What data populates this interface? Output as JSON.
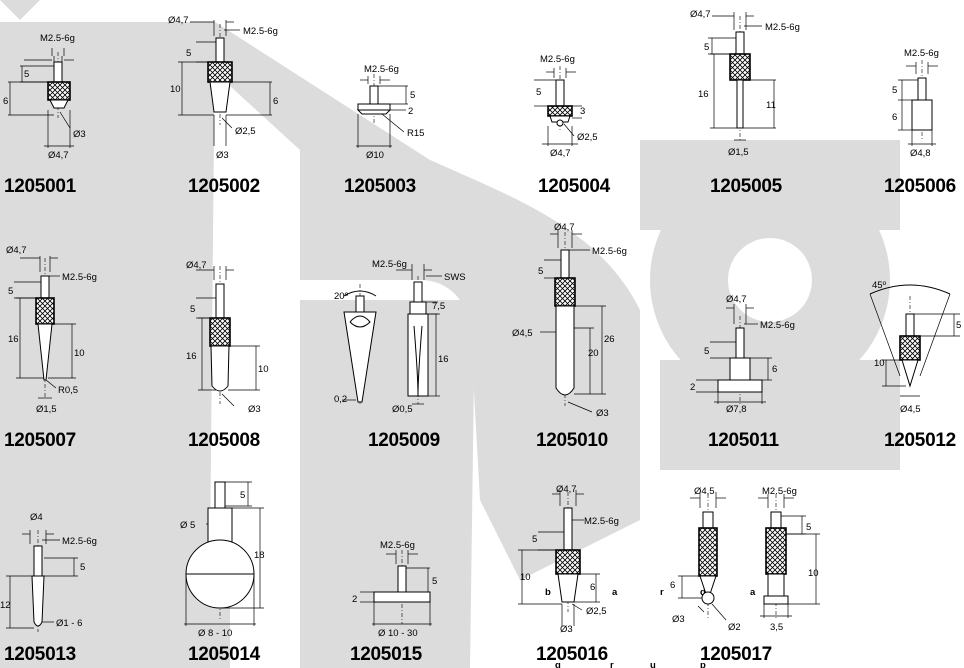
{
  "parts": [
    {
      "code": "1205001",
      "labels": [
        "M2.5-6g",
        "5",
        "6",
        "Ø3",
        "Ø4,7"
      ]
    },
    {
      "code": "1205002",
      "labels": [
        "Ø4,7",
        "M2.5-6g",
        "5",
        "10",
        "6",
        "Ø2,5",
        "Ø3"
      ]
    },
    {
      "code": "1205003",
      "labels": [
        "M2.5-6g",
        "5",
        "2",
        "R15",
        "Ø10"
      ]
    },
    {
      "code": "1205004",
      "labels": [
        "M2.5-6g",
        "5",
        "3",
        "Ø2,5",
        "Ø4,7"
      ]
    },
    {
      "code": "1205005",
      "labels": [
        "Ø4,7",
        "M2.5-6g",
        "5",
        "16",
        "11",
        "Ø1,5"
      ]
    },
    {
      "code": "1205006",
      "labels": [
        "M2.5-6g",
        "5",
        "6",
        "Ø4,8"
      ]
    },
    {
      "code": "1205007",
      "labels": [
        "Ø4,7",
        "M2.5-6g",
        "5",
        "16",
        "10",
        "R0,5",
        "Ø1,5"
      ]
    },
    {
      "code": "1205008",
      "labels": [
        "Ø4,7",
        "5",
        "16",
        "10",
        "Ø3"
      ]
    },
    {
      "code": "1205009",
      "labels": [
        "M2.5-6g",
        "SWS",
        "20º",
        "7,5",
        "16",
        "0,2",
        "Ø0,5"
      ]
    },
    {
      "code": "1205010",
      "labels": [
        "Ø4,7",
        "M2.5-6g",
        "5",
        "Ø4,5",
        "26",
        "20",
        "Ø3"
      ]
    },
    {
      "code": "1205011",
      "labels": [
        "Ø4,7",
        "M2.5-6g",
        "5",
        "6",
        "2",
        "Ø7,8"
      ]
    },
    {
      "code": "1205012",
      "labels": [
        "45º",
        "5",
        "10",
        "Ø4,5"
      ]
    },
    {
      "code": "1205013",
      "labels": [
        "Ø4",
        "M2.5-6g",
        "5",
        "12",
        "Ø1 - 6"
      ]
    },
    {
      "code": "1205014",
      "labels": [
        "5",
        "Ø 5",
        "18",
        "Ø 8 - 10"
      ]
    },
    {
      "code": "1205015",
      "labels": [
        "M2.5-6g",
        "5",
        "2",
        "Ø 10 - 30"
      ]
    },
    {
      "code": "1205016",
      "labels": [
        "Ø4,7",
        "M2.5-6g",
        "5",
        "10",
        "6",
        "Ø2,5",
        "Ø3"
      ]
    },
    {
      "code": "1205017",
      "labels": [
        "Ø4,5",
        "M2.5-6g",
        "5",
        "6",
        "10",
        "Ø3",
        "Ø2",
        "3,5"
      ]
    }
  ],
  "watermark": {
    "letters": [
      "b",
      "a",
      "r",
      "d",
      "a",
      "g",
      "r",
      "u",
      "p"
    ]
  }
}
